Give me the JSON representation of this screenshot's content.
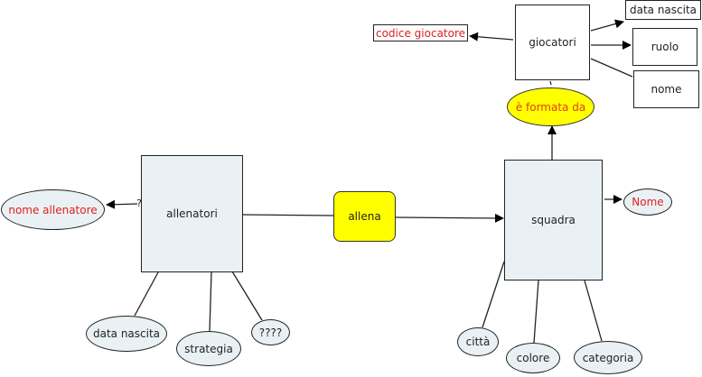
{
  "diagram": {
    "entities": {
      "allenatori": "allenatori",
      "squadra": "squadra",
      "giocatori": "giocatori"
    },
    "relations": {
      "allena": "allena",
      "formata_da": "è formata da"
    },
    "attributes": {
      "nome_allenatore": "nome allenatore",
      "allenatori_data_nascita": "data nascita",
      "strategia": "strategia",
      "unknown": "????",
      "nome_squadra": "Nome",
      "citta": "città",
      "colore": "colore",
      "categoria": "categoria",
      "codice_giocatore": "codice giocatore",
      "giocatori_data_nascita": "data nascita",
      "ruolo": "ruolo",
      "nome": "nome"
    },
    "stray_mark": "?",
    "colors": {
      "entity_fill": "#eaf1f4",
      "relation_fill": "#ffff00",
      "key_text": "#e02020"
    }
  }
}
